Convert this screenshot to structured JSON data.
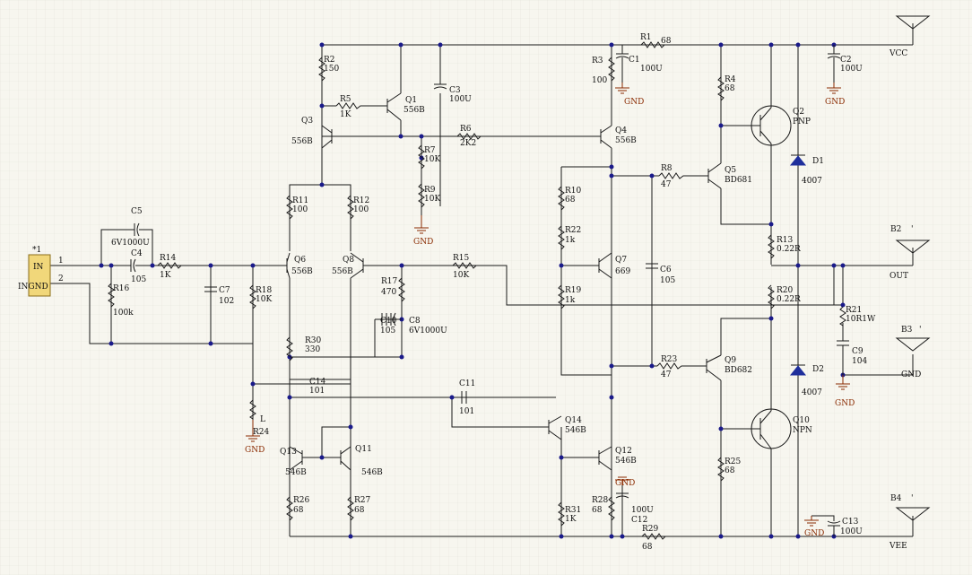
{
  "connector": {
    "ref": "*1",
    "pin1": "IN",
    "pin2": "INGND",
    "n1": "1",
    "n2": "2"
  },
  "labels": {
    "R1": "R1",
    "R1v": "68",
    "R2": "R2",
    "R2v": "150",
    "R3": "R3",
    "R3v": "100",
    "R4": "R4",
    "R4v": "68",
    "R5": "R5",
    "R5v": "1K",
    "R6": "R6",
    "R6v": "2K2",
    "R7": "R7",
    "R7v": "10K",
    "R8": "R8",
    "R8v": "47",
    "R9": "R9",
    "R9v": "10K",
    "R10": "R10",
    "R10v": "68",
    "R11": "R11",
    "R11v": "100",
    "R12": "R12",
    "R12v": "100",
    "R13": "R13",
    "R13v": "0.22R",
    "R14": "R14",
    "R14v": "1K",
    "R15": "R15",
    "R15v": "10K",
    "R16": "R16",
    "R16v": "100k",
    "R17": "R17",
    "R17v": "470",
    "R18": "R18",
    "R18v": "10K",
    "R19": "R19",
    "R19v": "1k",
    "R20": "R20",
    "R20v": "0.22R",
    "R21": "R21",
    "R21v": "10R1W",
    "R22": "R22",
    "R22v": "1k",
    "R23": "R23",
    "R23v": "47",
    "R24": "R24",
    "R24v": "L",
    "R25": "R25",
    "R25v": "68",
    "R26": "R26",
    "R26v": "68",
    "R27": "R27",
    "R27v": "68",
    "R28": "R28",
    "R28v": "68",
    "R29": "R29",
    "R29v": "68",
    "R30": "R30",
    "R30v": "330",
    "R31": "R31",
    "R31v": "1K",
    "C1": "C1",
    "C1v": "100U",
    "C2": "C2",
    "C2v": "100U",
    "C3": "C3",
    "C3v": "100U",
    "C4": "C4",
    "C4v": "105",
    "C5": "C5",
    "C5v": "6V1000U",
    "C6": "C6",
    "C6v": "105",
    "C7": "C7",
    "C7v": "102",
    "C8": "C8",
    "C8v": "6V1000U",
    "C9": "C9",
    "C9v": "104",
    "C10": "C10",
    "C10v": "105",
    "C11": "C11",
    "C11v": "101",
    "C12": "C12",
    "C12v": "100U",
    "C13": "C13",
    "C13v": "100U",
    "C14": "C14",
    "C14v": "101",
    "Q1": "Q1",
    "Q1v": "556B",
    "Q2": "Q2",
    "Q2v": "PNP",
    "Q3": "Q3",
    "Q3v": "556B",
    "Q4": "Q4",
    "Q4v": "556B",
    "Q5": "Q5",
    "Q5v": "BD681",
    "Q6": "Q6",
    "Q6v": "556B",
    "Q7": "Q7",
    "Q7v": "669",
    "Q8": "Q8",
    "Q8v": "556B",
    "Q9": "Q9",
    "Q9v": "BD682",
    "Q10": "Q10",
    "Q10v": "NPN",
    "Q11": "Q11",
    "Q11v": "546B",
    "Q12": "Q12",
    "Q12v": "546B",
    "Q13": "Q13",
    "Q13v": "546B",
    "Q14": "Q14",
    "Q14v": "546B",
    "D1": "D1",
    "D1v": "4007",
    "D2": "D2",
    "D2v": "4007",
    "GND": "GND",
    "VCC": "VCC",
    "VEE": "VEE",
    "OUT": "OUT",
    "B2": "B2",
    "B3": "B3",
    "B4": "B4",
    "tick": "'"
  }
}
